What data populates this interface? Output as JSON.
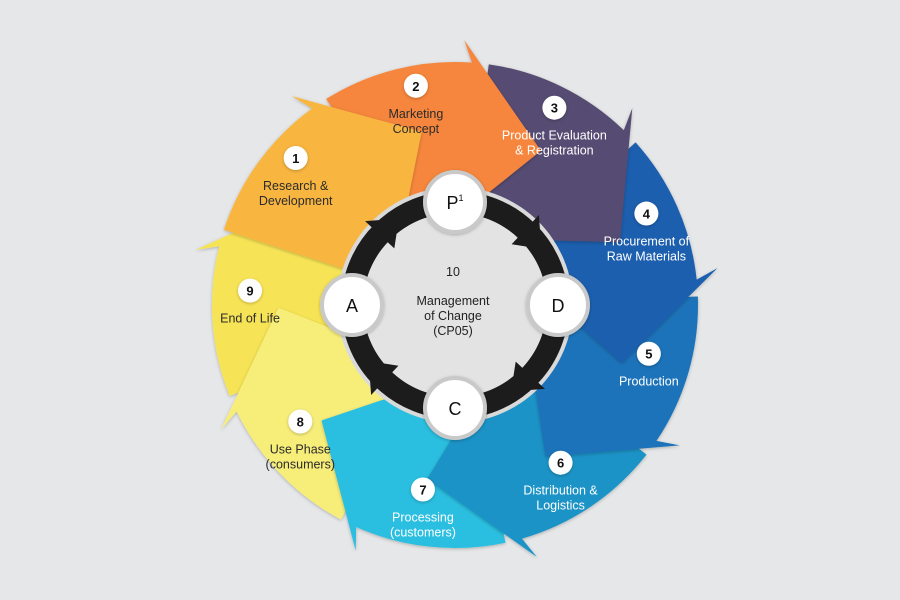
{
  "segments": [
    {
      "number": "1",
      "lines": [
        "Research &",
        "Development"
      ],
      "color": "#f8b63f",
      "text_color": "#2b2b2b"
    },
    {
      "number": "2",
      "lines": [
        "Marketing",
        "Concept"
      ],
      "color": "#f6863d",
      "text_color": "#2b2b2b"
    },
    {
      "number": "3",
      "lines": [
        "Product Evaluation",
        "& Registration"
      ],
      "color": "#574b72",
      "text_color": "#ffffff"
    },
    {
      "number": "4",
      "lines": [
        "Procurement of",
        "Raw Materials"
      ],
      "color": "#1d5fae",
      "text_color": "#ffffff"
    },
    {
      "number": "5",
      "lines": [
        "Production"
      ],
      "color": "#1b73b9",
      "text_color": "#ffffff"
    },
    {
      "number": "6",
      "lines": [
        "Distribution &",
        "Logistics"
      ],
      "color": "#1a93c6",
      "text_color": "#ffffff"
    },
    {
      "number": "7",
      "lines": [
        "Processing",
        "(customers)"
      ],
      "color": "#29bfe0",
      "text_color": "#ffffff"
    },
    {
      "number": "8",
      "lines": [
        "Use Phase",
        "(consumers)"
      ],
      "color": "#f7ee7a",
      "text_color": "#2b2b2b"
    },
    {
      "number": "9",
      "lines": [
        "End of Life"
      ],
      "color": "#f7e457",
      "text_color": "#2b2b2b"
    }
  ],
  "cycle_nodes": [
    {
      "letter": "P",
      "superscript": "1"
    },
    {
      "letter": "D",
      "superscript": ""
    },
    {
      "letter": "C",
      "superscript": ""
    },
    {
      "letter": "A",
      "superscript": ""
    }
  ],
  "center": {
    "number": "10",
    "lines": [
      "Management",
      "of Change",
      "(CP05)"
    ]
  },
  "colors": {
    "background": "#e6e7e8",
    "ring": "#1c1c1c",
    "node_fill": "#ffffff",
    "node_border": "#c9c9c9"
  }
}
